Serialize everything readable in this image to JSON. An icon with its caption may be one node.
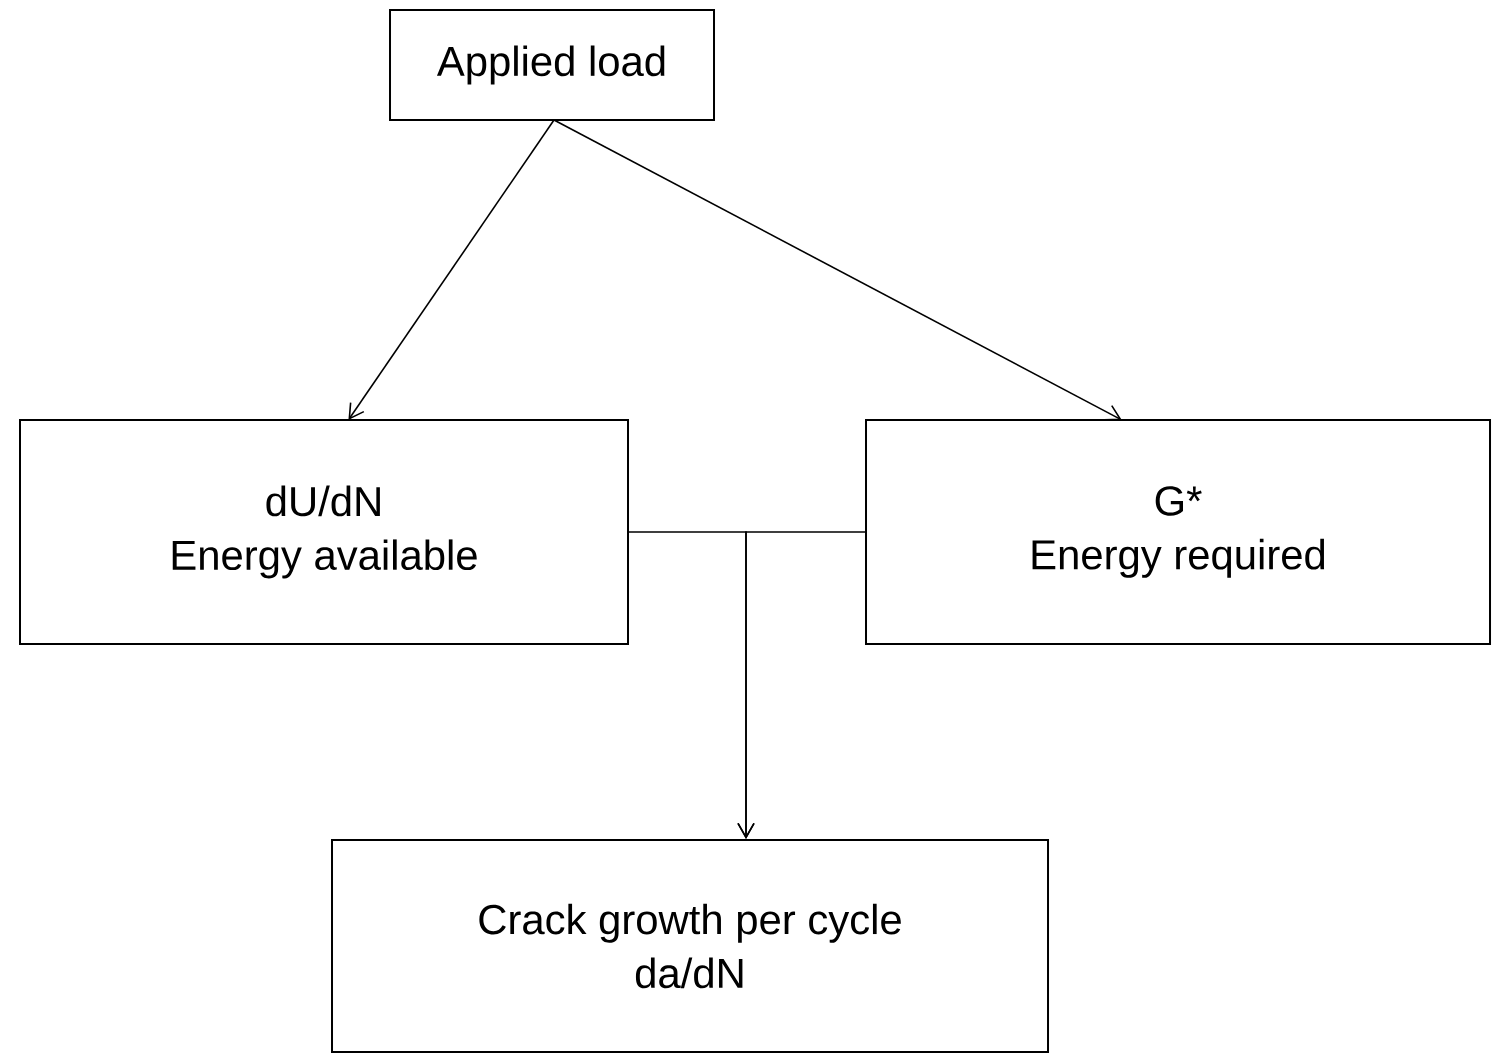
{
  "diagram": {
    "nodes": [
      {
        "text": [
          "Applied load"
        ]
      },
      {
        "text": [
          "dU/dN",
          "Energy available"
        ]
      },
      {
        "text": [
          "G*",
          "Energy required"
        ]
      },
      {
        "text": [
          "Crack growth per cycle",
          "da/dN"
        ]
      }
    ],
    "edges": [
      {
        "from": 0,
        "to": 1,
        "arrow": "to"
      },
      {
        "from": 0,
        "to": 2,
        "arrow": "to"
      },
      {
        "from": 1,
        "to": 3,
        "arrow": "to"
      },
      {
        "from": 2,
        "to": 3,
        "arrow": "to"
      }
    ]
  }
}
